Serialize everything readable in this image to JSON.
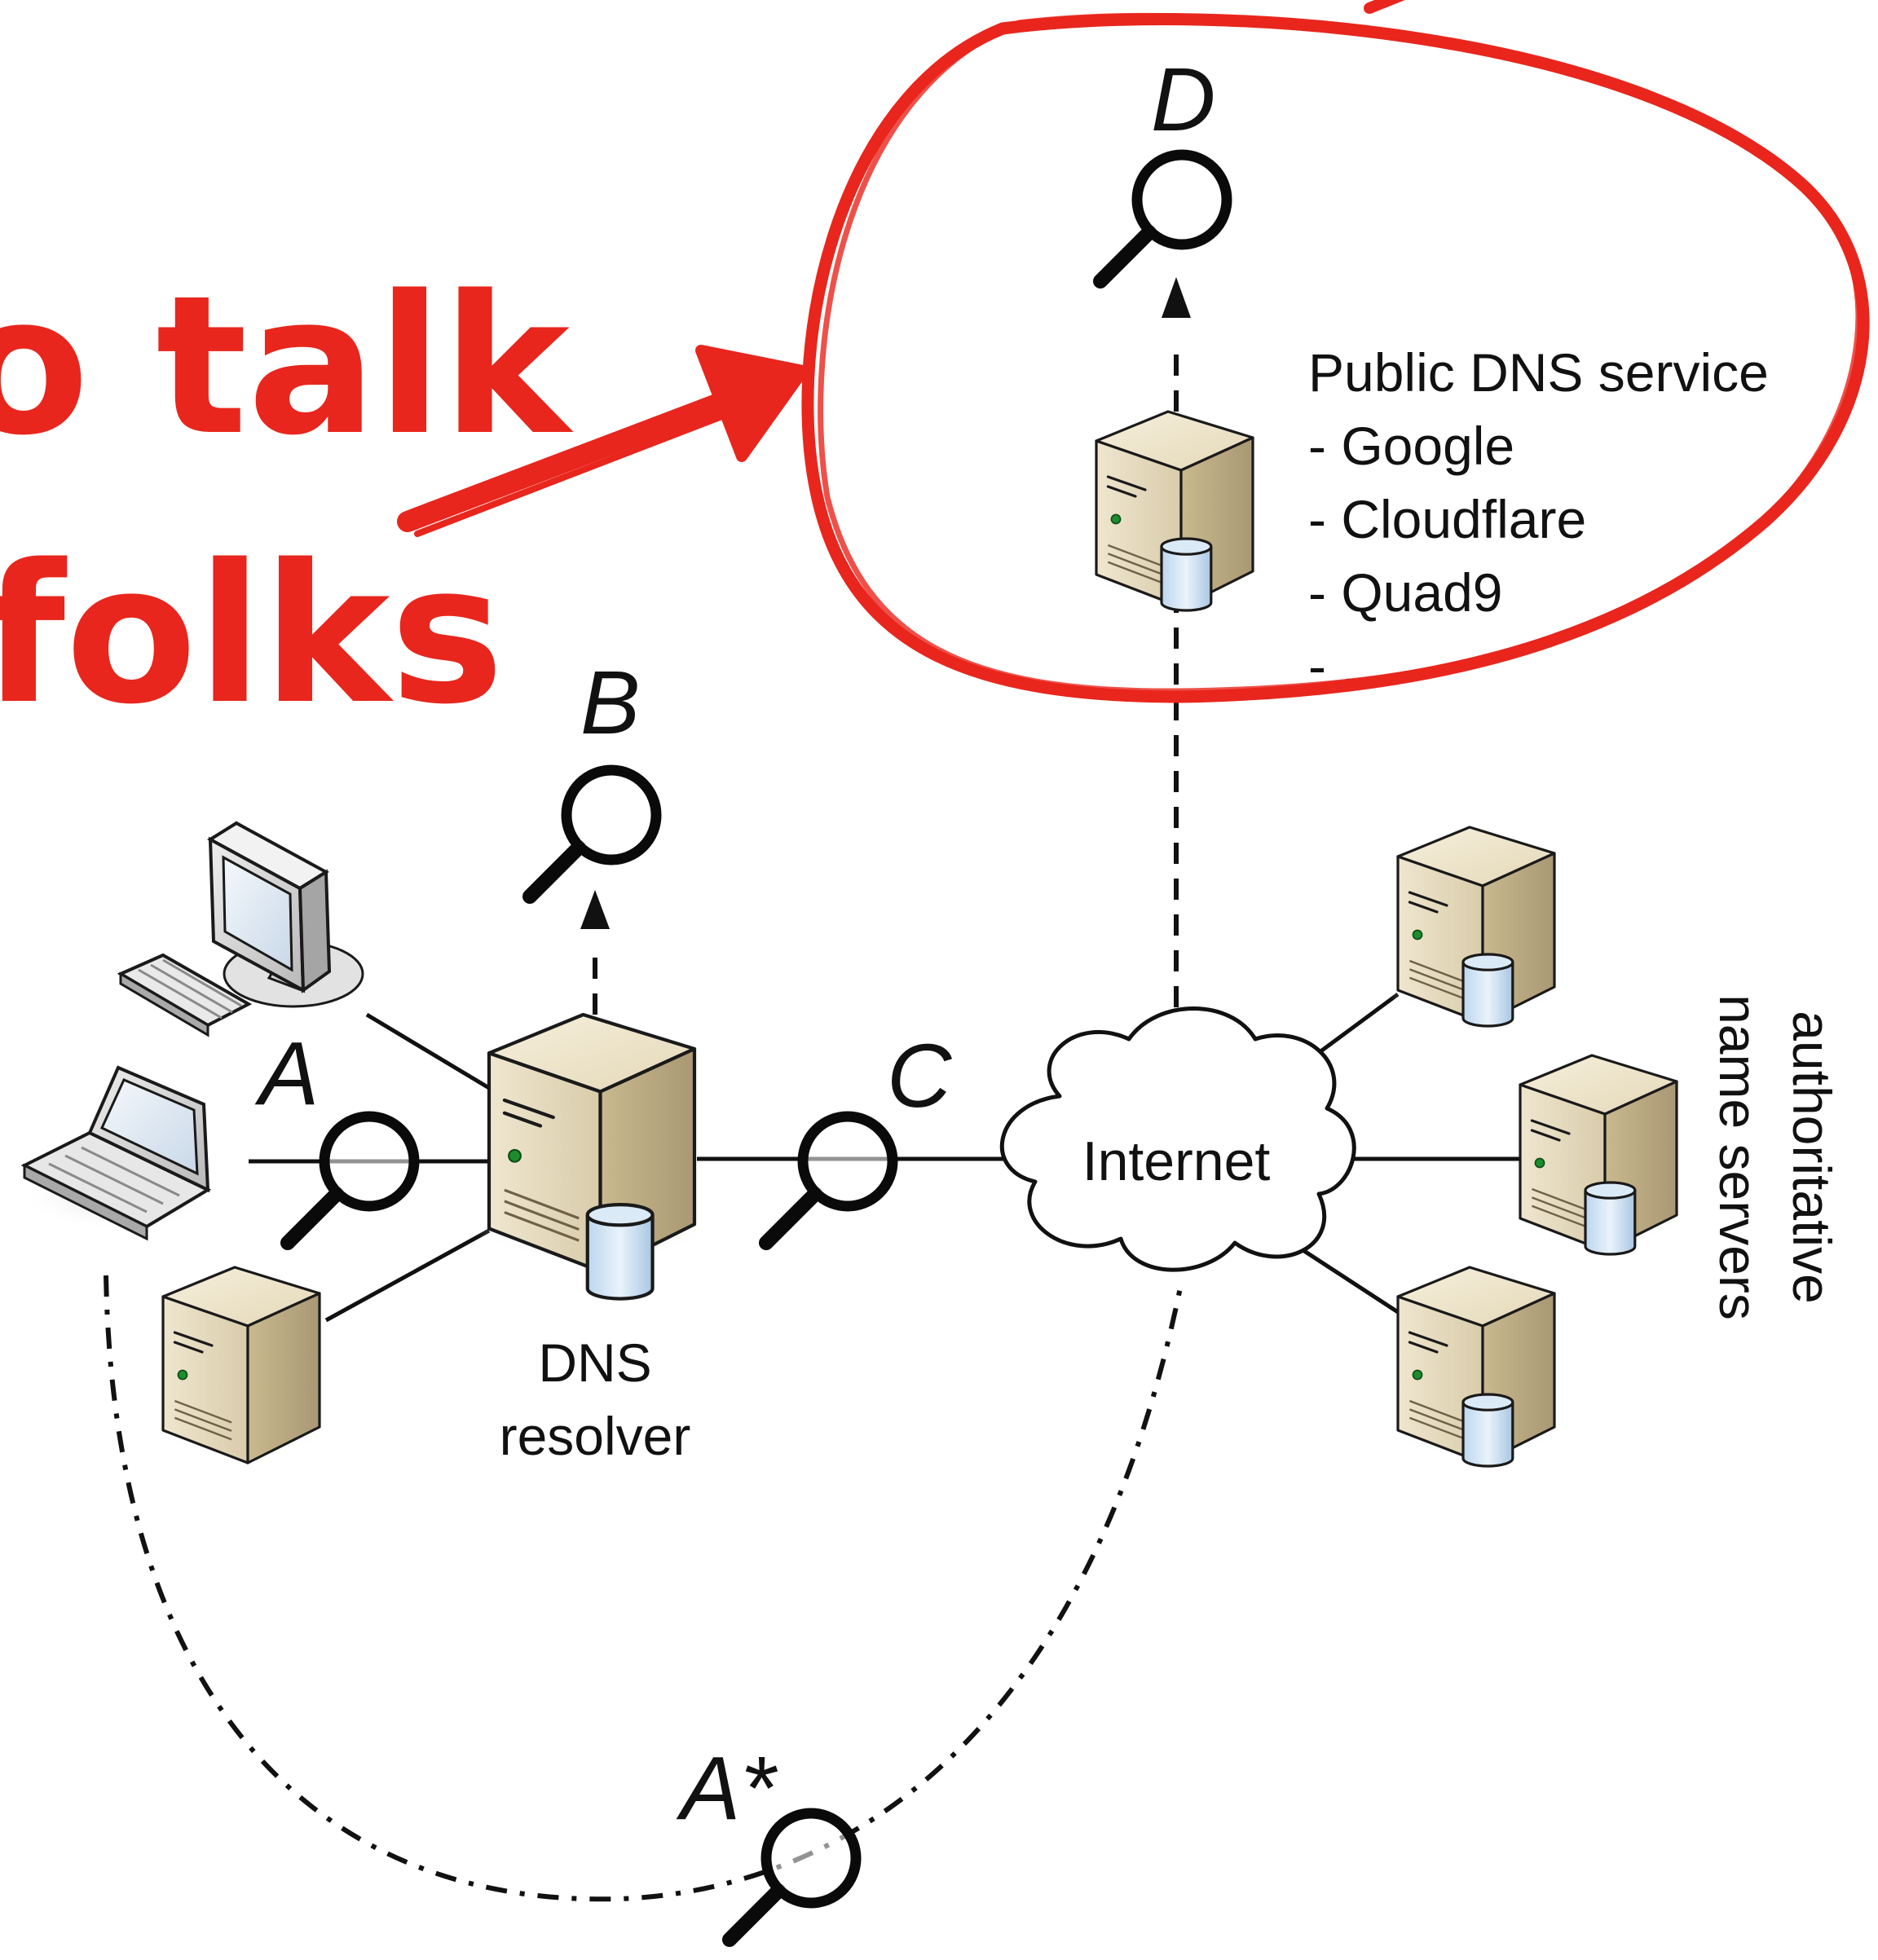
{
  "annotation": {
    "line1": "o talk",
    "line2": "folks",
    "color": "#e8261d"
  },
  "observers": {
    "A": "A",
    "A_star": "A*",
    "B": "B",
    "C": "C",
    "D": "D"
  },
  "nodes": {
    "resolver_line1": "DNS",
    "resolver_line2": "resolver",
    "internet": "Internet",
    "authoritative_line1": "authoritative",
    "authoritative_line2": "name servers"
  },
  "public_dns": {
    "title": "Public DNS service",
    "items": [
      "- Google",
      "- Cloudflare",
      "- Quad9",
      "- ..."
    ]
  },
  "icons": {
    "observer": "magnifying-glass-icon",
    "server": "server-tower-icon",
    "desktop": "desktop-computer-icon",
    "laptop": "laptop-icon",
    "cloud": "cloud-icon"
  }
}
